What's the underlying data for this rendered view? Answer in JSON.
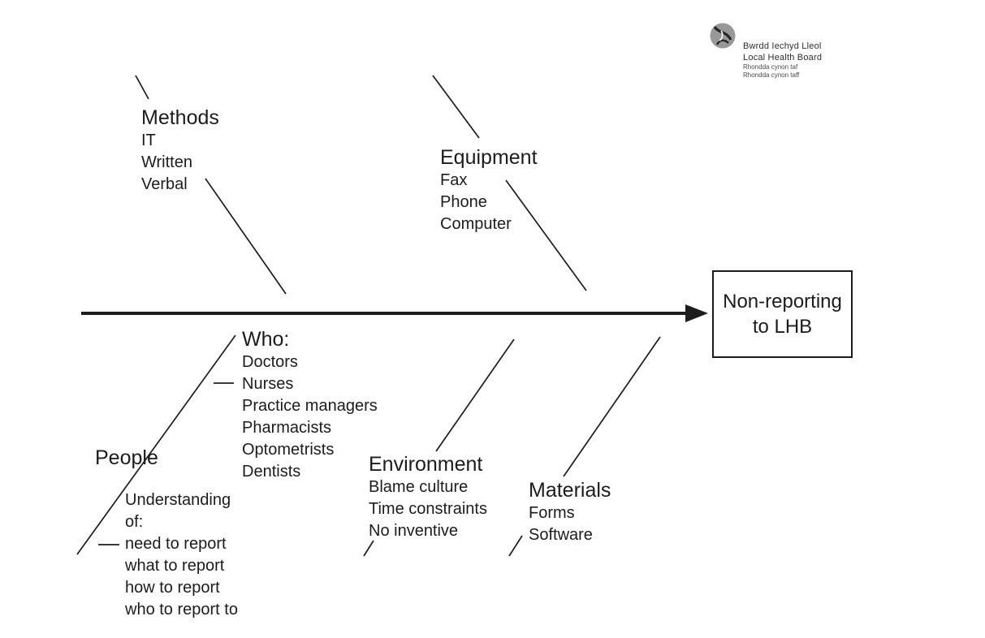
{
  "diagram": {
    "kind": "fishbone-cause-effect",
    "effect": {
      "line1": "Non-reporting",
      "line2": "to LHB"
    },
    "branches": [
      {
        "label": "Methods",
        "position": "top-left",
        "causes": [
          "IT",
          "Written",
          "Verbal"
        ]
      },
      {
        "label": "Equipment",
        "position": "top-middle",
        "causes": [
          "Fax",
          "Phone",
          "Computer"
        ]
      },
      {
        "label": "Who:",
        "position": "bottom-upper",
        "causes": [
          "Doctors",
          "Nurses",
          "Practice managers",
          "Pharmacists",
          "Optometrists",
          "Dentists"
        ]
      },
      {
        "label": "People",
        "position": "bottom-left",
        "causes": [
          "Understanding",
          "of:",
          "need to report",
          "what to report",
          "how to report",
          "who to report to"
        ]
      },
      {
        "label": "Environment",
        "position": "bottom-middle",
        "causes": [
          "Blame culture",
          "Time constraints",
          "No inventive"
        ]
      },
      {
        "label": "Materials",
        "position": "bottom-right",
        "causes": [
          "Forms",
          "Software"
        ]
      }
    ]
  },
  "logo": {
    "icon": "swirl-ribbon-icon",
    "org_name_welsh": "Bwrdd Iechyd Lleol",
    "org_name_english": "Local Health Board",
    "region_line1": "Rhondda cynon taf",
    "region_line2": "Rhondda cynon taff",
    "circle_color": "#989898",
    "swirl_color": "#262626"
  },
  "colors": {
    "ink": "#1c1c1c",
    "background": "#ffffff"
  }
}
